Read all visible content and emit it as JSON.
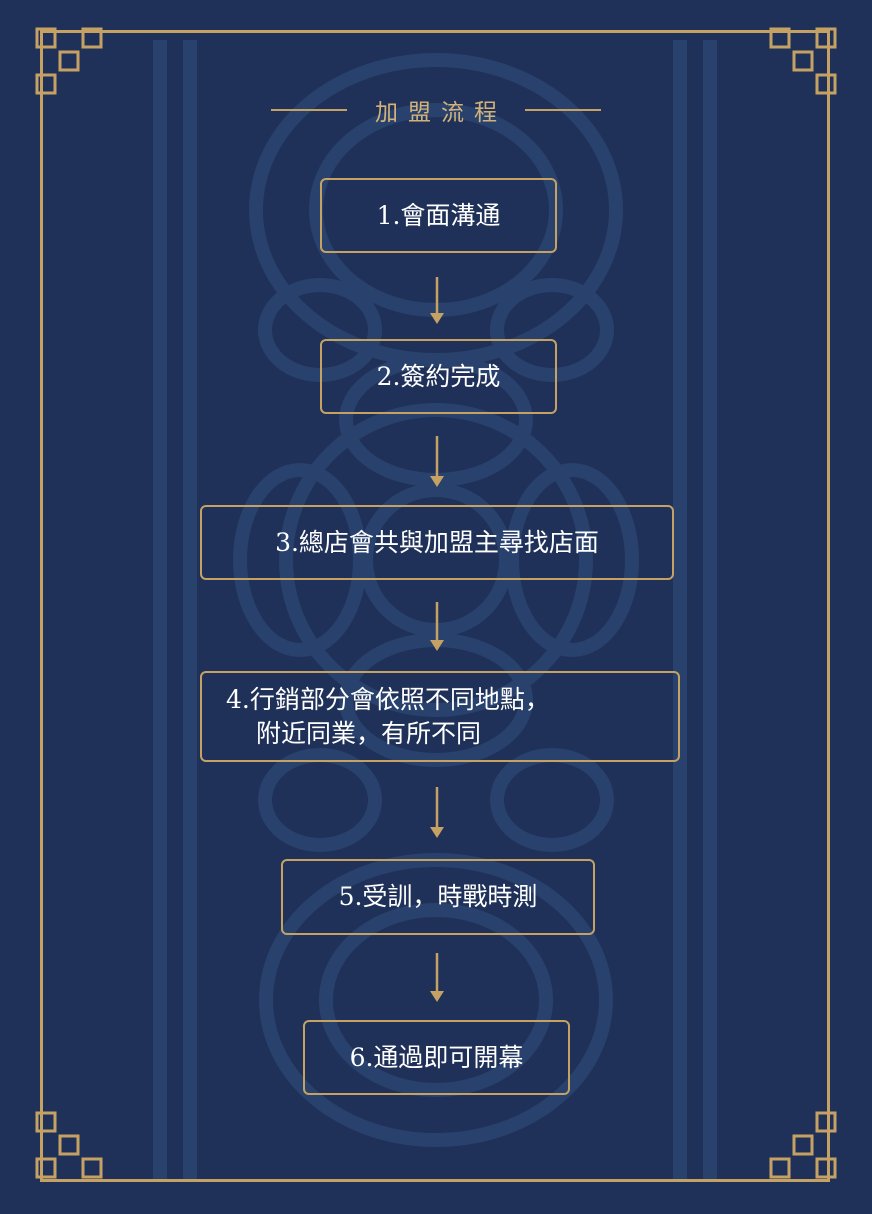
{
  "title": "加盟流程",
  "colors": {
    "background": "#1f3158",
    "gold": "#c5a264",
    "text": "#ffffff"
  },
  "steps": [
    {
      "label": "1.會面溝通"
    },
    {
      "label": "2.簽約完成"
    },
    {
      "label": "3.總店會共與加盟主尋找店面"
    },
    {
      "label_line1": "4.行銷部分會依照不同地點，",
      "label_line2": "附近同業，有所不同"
    },
    {
      "label": "5.受訓，時戰時測"
    },
    {
      "label": "6.通過即可開幕"
    }
  ]
}
